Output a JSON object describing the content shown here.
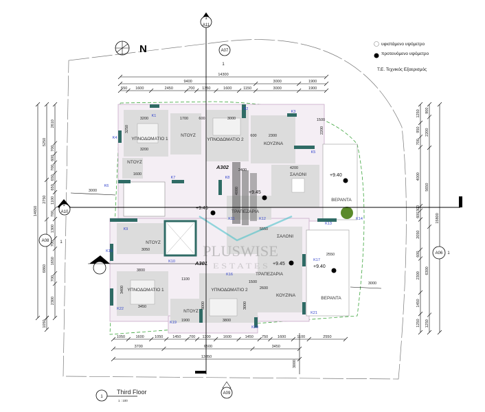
{
  "drawing": {
    "title": "Third Floor",
    "scale": "1 : 100",
    "view_number": "1",
    "north_label": "N",
    "watermark_main": "PLUSWISE",
    "watermark_sub": "E S T A T E S"
  },
  "legend": {
    "existing_level": "υφιστάμενο υψόμετρο",
    "proposed_level": "προτεινόμενο υψόμετρο",
    "office": "Τ.Ε. Τεχνικός Εξαερισμός"
  },
  "section_markers": [
    {
      "id": "A11",
      "num": "1"
    },
    {
      "id": "A07",
      "num": "1"
    },
    {
      "id": "A10",
      "num": "1"
    },
    {
      "id": "A08",
      "num": "1"
    },
    {
      "id": "A06",
      "num": "1"
    },
    {
      "id": "A09",
      "num": ""
    }
  ],
  "apartments": [
    "A302",
    "A301"
  ],
  "rooms": {
    "a302": [
      "ΥΠΝΟΔΩΜΑΤΙΟ 1",
      "ΝΤΟΥΖ",
      "ΥΠΝΟΔΩΜΑΤΙΟ 2",
      "ΚΟΥΖΙΝΑ",
      "ΝΤΟΥΖ",
      "ΣΑΛΟΝΙ",
      "ΒΕΡΑΝΤΑ",
      "ΤΡΑΠΕΖΑΡΙΑ"
    ],
    "a301": [
      "ΝΤΟΥΖ",
      "ΣΑΛΟΝΙ",
      "ΤΡΑΠΕΖΑΡΙΑ",
      "ΥΠΝΟΔΩΜΑΤΙΟ 1",
      "ΥΠΝΟΔΩΜΑΤΙΟ 2",
      "ΚΟΥΖΙΝΑ",
      "ΒΕΡΑΝΤΑ",
      "ΝΤΟΥΖ"
    ]
  },
  "elevations": [
    "+9.45",
    "+9.45",
    "+9.45",
    "+9.40",
    "+9.40"
  ],
  "window_tags": [
    "K1",
    "K2",
    "K3",
    "K4",
    "K5",
    "K6",
    "K7",
    "K8",
    "K9",
    "K10",
    "K11",
    "K12",
    "K13",
    "K14",
    "K15",
    "K16",
    "K17",
    "K19",
    "K20",
    "K21",
    "K22"
  ],
  "interior_dims": [
    "3200",
    "1700",
    "600",
    "3000",
    "1500",
    "2200",
    "600",
    "2300",
    "3200",
    "3250",
    "1600",
    "4200",
    "2400",
    "4000",
    "5550",
    "3050",
    "2550",
    "3800",
    "1100",
    "3450",
    "1900",
    "3800",
    "2600",
    "1500",
    "3400",
    "3000",
    "3000"
  ],
  "offset_dims": {
    "left": "3000",
    "right": "3000",
    "bottom": "3000"
  },
  "dimension_chains": {
    "top_overall": [
      "14300"
    ],
    "top_mid": [
      "9400",
      "3000",
      "1900"
    ],
    "top_detail": [
      "550",
      "1600",
      "2450",
      "700",
      "1350",
      "1600",
      "1150",
      "3000",
      "1900"
    ],
    "bottom_detail": [
      "1050",
      "1600",
      "1050",
      "1450",
      "700",
      "1300",
      "1600",
      "1450",
      "750",
      "1600",
      "1100",
      "2550"
    ],
    "bottom_mid": [
      "3700",
      "6500",
      "3450"
    ],
    "bottom_overall": [
      "13850"
    ],
    "left_overall": [
      "14650"
    ],
    "left_mid": [
      "5250",
      "2750",
      "6860"
    ],
    "left_detail": [
      "2610",
      "700",
      "600",
      "700",
      "650",
      "650",
      "1100",
      "700",
      "1300",
      "700",
      "1650",
      "700",
      "2300"
    ],
    "left_extra": [
      "1050"
    ],
    "right_detail": [
      "1250",
      "950",
      "700",
      "4000",
      "300",
      "600",
      "2050",
      "600",
      "2300",
      "1450",
      "1250"
    ],
    "right_mid": [
      "900",
      "2200",
      "5650",
      "6300",
      "1250"
    ],
    "right_overall": [
      "15800"
    ]
  },
  "colors": {
    "wall": "#2f6b65",
    "room": "#dcdcdc",
    "boundary": "#3aa33a",
    "tag": "#3344cc",
    "watermark": "#40c0c8"
  }
}
